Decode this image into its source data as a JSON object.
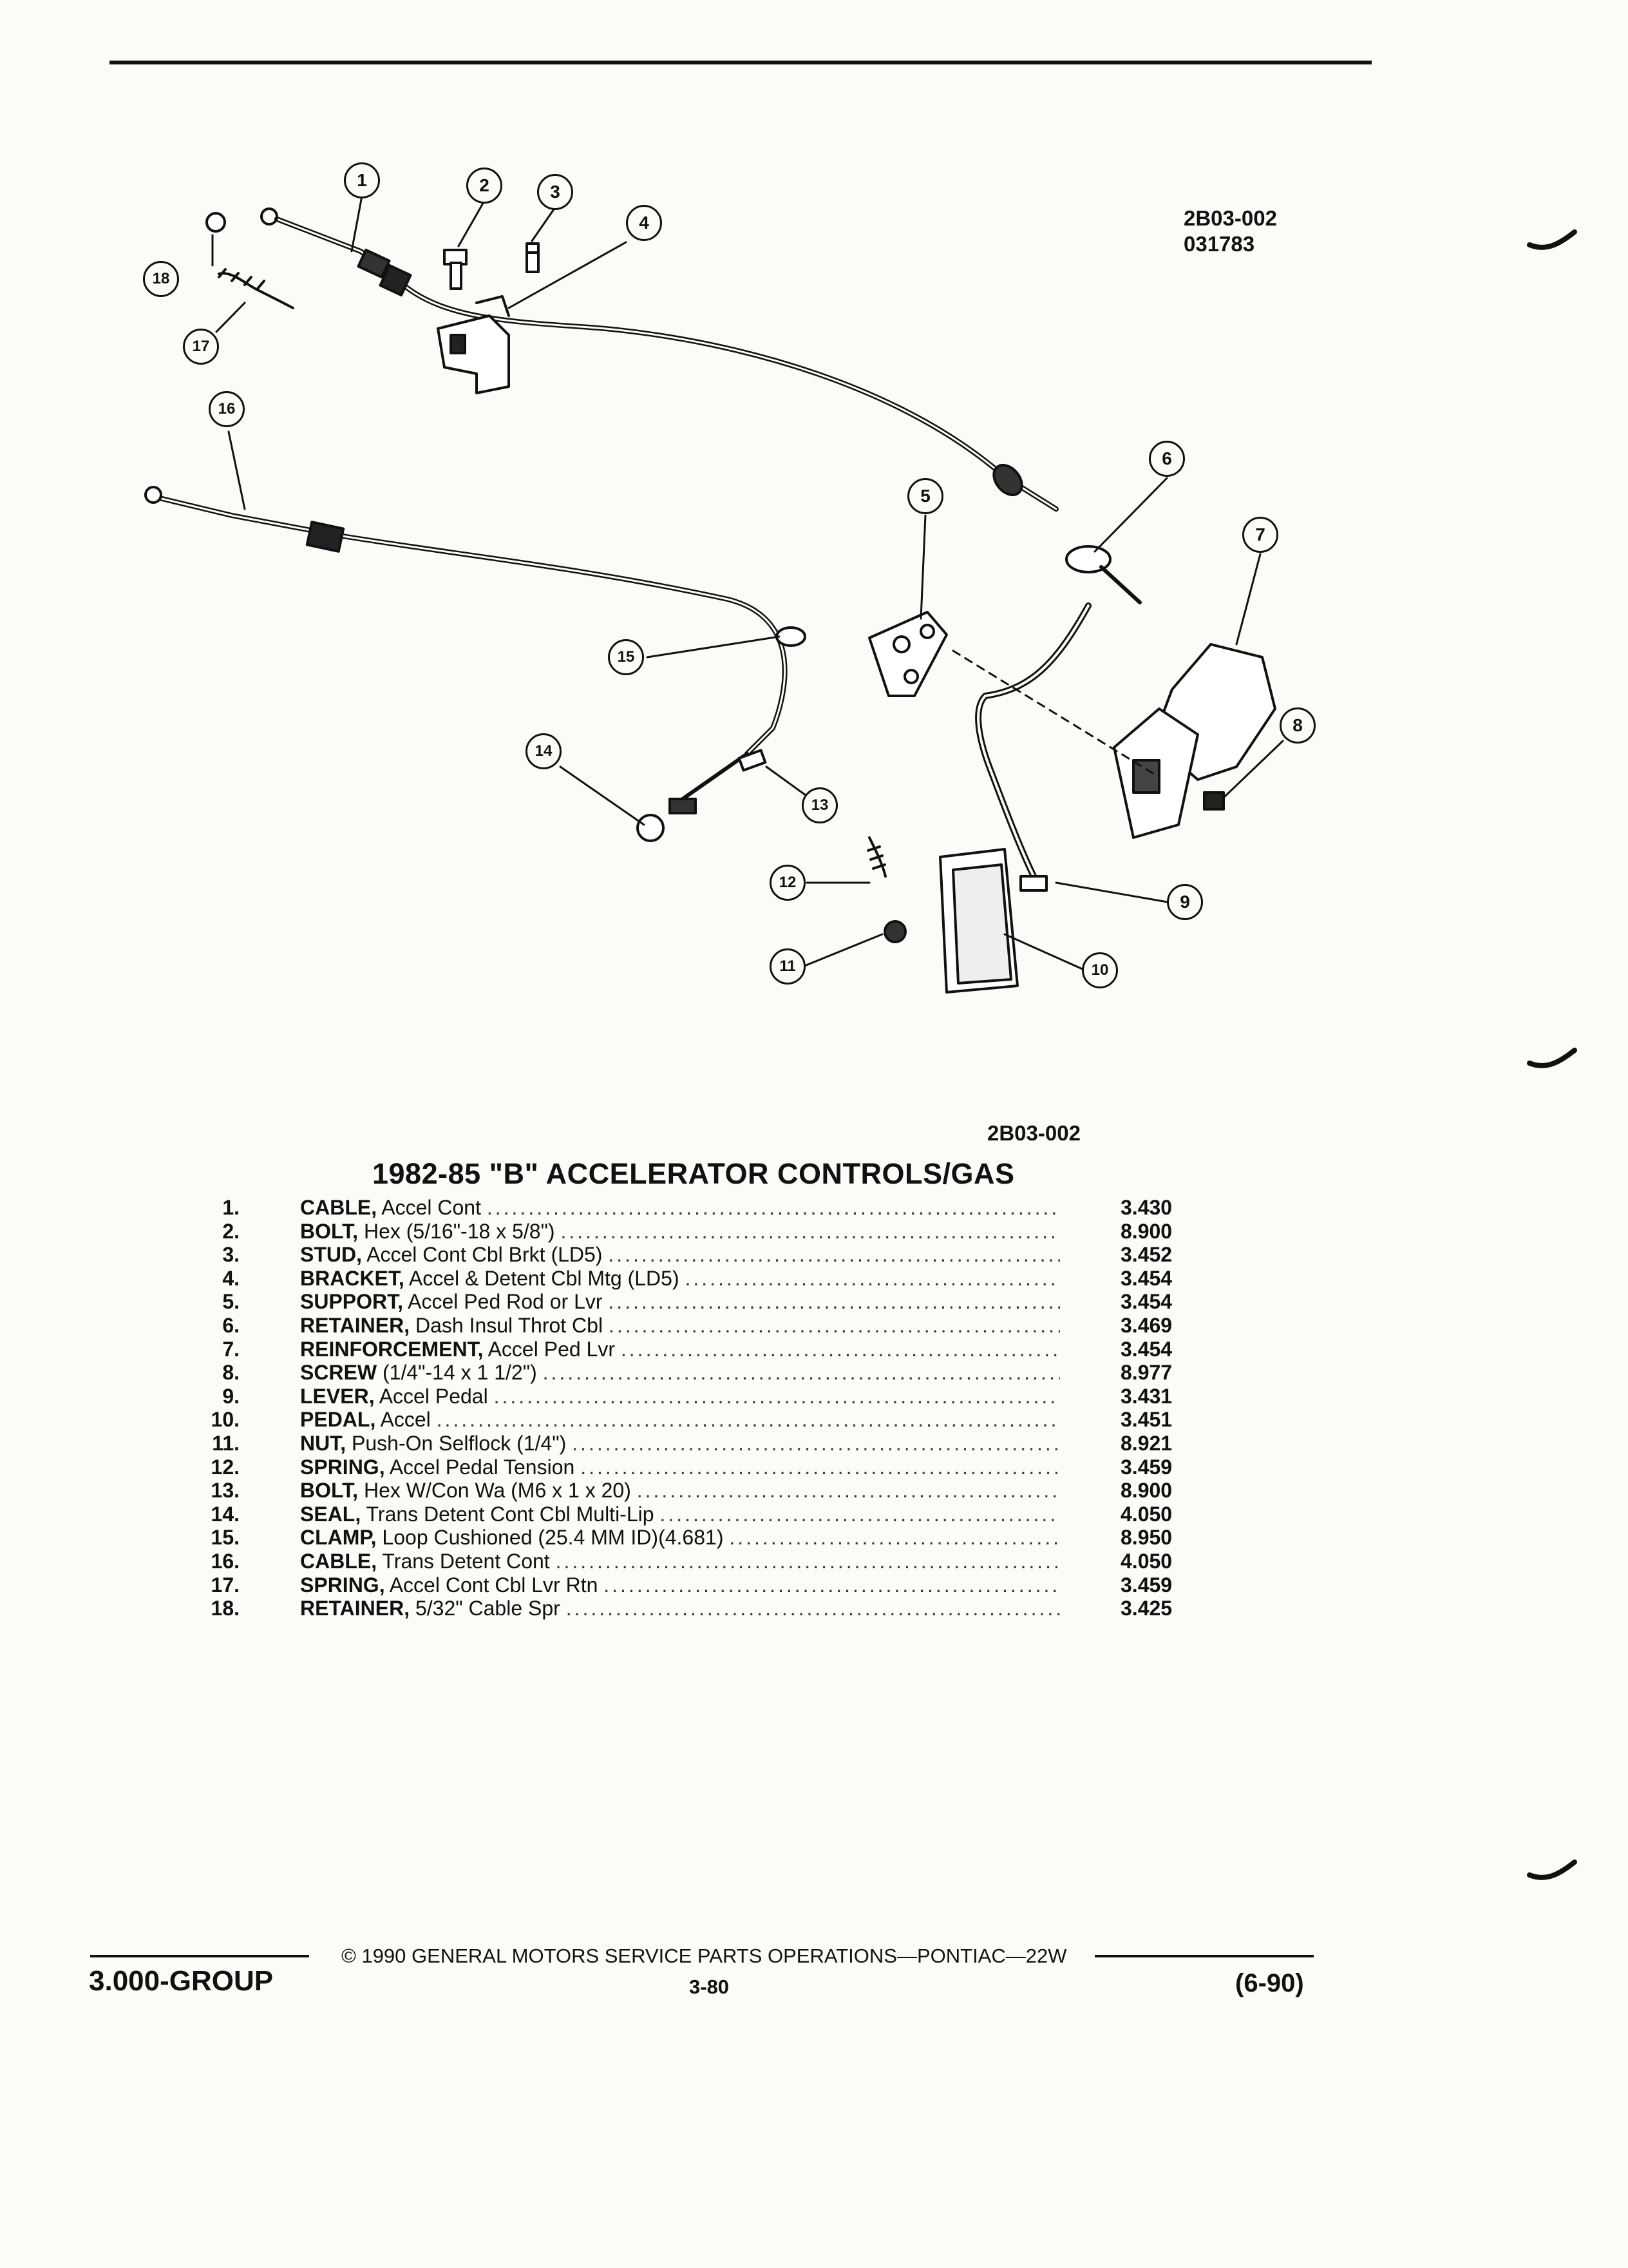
{
  "header": {
    "figure_code": "2B03-002",
    "date_code": "031783"
  },
  "title": {
    "figure_code": "2B03-002",
    "text": "1982-85 \"B\" ACCELERATOR CONTROLS/GAS"
  },
  "callouts": [
    "1",
    "2",
    "3",
    "4",
    "5",
    "6",
    "7",
    "8",
    "9",
    "10",
    "11",
    "12",
    "13",
    "14",
    "15",
    "16",
    "17",
    "18"
  ],
  "parts": [
    {
      "num": "1.",
      "name": "CABLE,",
      "desc": "Accel Cont",
      "group": "3.430"
    },
    {
      "num": "2.",
      "name": "BOLT,",
      "desc": "Hex (5/16\"-18 x 5/8\")",
      "group": "8.900"
    },
    {
      "num": "3.",
      "name": "STUD,",
      "desc": "Accel Cont Cbl Brkt (LD5)",
      "group": "3.452"
    },
    {
      "num": "4.",
      "name": "BRACKET,",
      "desc": "Accel & Detent Cbl Mtg (LD5)",
      "group": "3.454"
    },
    {
      "num": "5.",
      "name": "SUPPORT,",
      "desc": "Accel Ped Rod or Lvr",
      "group": "3.454"
    },
    {
      "num": "6.",
      "name": "RETAINER,",
      "desc": "Dash Insul Throt Cbl",
      "group": "3.469"
    },
    {
      "num": "7.",
      "name": "REINFORCEMENT,",
      "desc": "Accel Ped Lvr",
      "group": "3.454"
    },
    {
      "num": "8.",
      "name": "SCREW",
      "desc": "(1/4\"-14 x 1 1/2\")",
      "group": "8.977"
    },
    {
      "num": "9.",
      "name": "LEVER,",
      "desc": "Accel Pedal",
      "group": "3.431"
    },
    {
      "num": "10.",
      "name": "PEDAL,",
      "desc": "Accel",
      "group": "3.451"
    },
    {
      "num": "11.",
      "name": "NUT,",
      "desc": "Push-On Selflock (1/4\")",
      "group": "8.921"
    },
    {
      "num": "12.",
      "name": "SPRING,",
      "desc": "Accel Pedal Tension",
      "group": "3.459"
    },
    {
      "num": "13.",
      "name": "BOLT,",
      "desc": "Hex W/Con Wa (M6 x 1 x 20)",
      "group": "8.900"
    },
    {
      "num": "14.",
      "name": "SEAL,",
      "desc": "Trans Detent Cont Cbl Multi-Lip",
      "group": "4.050"
    },
    {
      "num": "15.",
      "name": "CLAMP,",
      "desc": "Loop Cushioned (25.4 MM ID)(4.681)",
      "group": "8.950"
    },
    {
      "num": "16.",
      "name": "CABLE,",
      "desc": "Trans Detent Cont",
      "group": "4.050"
    },
    {
      "num": "17.",
      "name": "SPRING,",
      "desc": "Accel Cont Cbl Lvr Rtn",
      "group": "3.459"
    },
    {
      "num": "18.",
      "name": "RETAINER,",
      "desc": "5/32\" Cable Spr",
      "group": "3.425"
    }
  ],
  "footer": {
    "group": "3.000-GROUP",
    "copyright": "© 1990 GENERAL MOTORS SERVICE PARTS OPERATIONS—PONTIAC—22W",
    "page": "3-80",
    "date": "(6-90)"
  }
}
